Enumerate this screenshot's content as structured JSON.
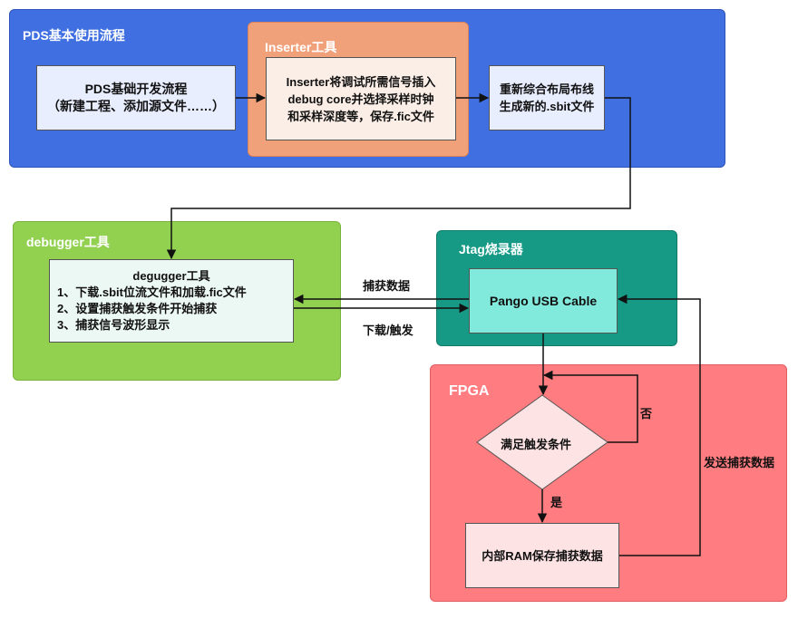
{
  "regions": {
    "pds": {
      "title": "PDS基本使用流程",
      "color": "#3f6fe0"
    },
    "inserter": {
      "title": "Inserter工具",
      "color": "#f1a17a"
    },
    "debugger": {
      "title": "debugger工具",
      "color": "#92d050"
    },
    "jtag": {
      "title": "Jtag烧录器",
      "color": "#169a85"
    },
    "fpga": {
      "title": "FPGA",
      "color": "#ff7c80"
    }
  },
  "nodes": {
    "pds_flow": {
      "line1": "PDS基础开发流程",
      "line2": "（新建工程、添加源文件……）"
    },
    "inserter_box": {
      "line1": "Inserter将调试所需信号插入",
      "line2": "debug core并选择采样时钟",
      "line3": "和采样深度等，保存.fic文件"
    },
    "resynth": {
      "line1": "重新综合布局布线",
      "line2": "生成新的.sbit文件"
    },
    "degugger": {
      "title": "degugger工具",
      "item1": "1、下载.sbit位流文件和加载.fic文件",
      "item2": "2、设置捕获触发条件开始捕获",
      "item3": "3、捕获信号波形显示"
    },
    "pango": {
      "label": "Pango USB Cable"
    },
    "condition": {
      "label": "满足触发条件"
    },
    "ram": {
      "label": "内部RAM保存捕获数据"
    }
  },
  "edge_labels": {
    "capture_data": "捕获数据",
    "download_trigger": "下载/触发",
    "no": "否",
    "yes": "是",
    "send_capture": "发送捕获数据"
  }
}
